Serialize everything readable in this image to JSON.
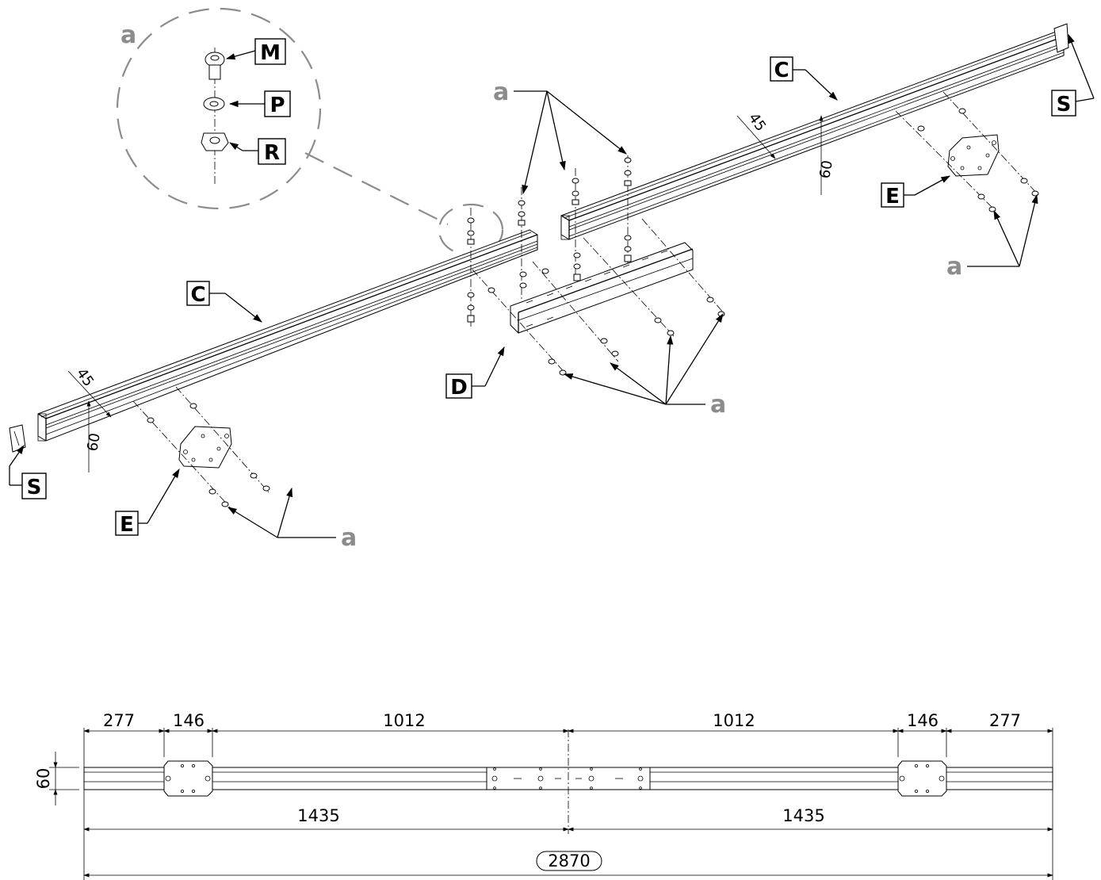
{
  "labels": {
    "rail": "C",
    "crossbar": "D",
    "plate": "E",
    "endcap": "S",
    "screw": "M",
    "washer": "P",
    "nut": "R",
    "fastener_group": "a"
  },
  "iso_dims": {
    "rail_width": "45",
    "rail_height": "60"
  },
  "bottom_dims": {
    "height": "60",
    "top_row": [
      "277",
      "146",
      "1012",
      "1012",
      "146",
      "277"
    ],
    "half_left": "1435",
    "half_right": "1435",
    "total": "2870"
  },
  "colors": {
    "callout_grey": "#8c8c8c",
    "line": "#000000"
  }
}
